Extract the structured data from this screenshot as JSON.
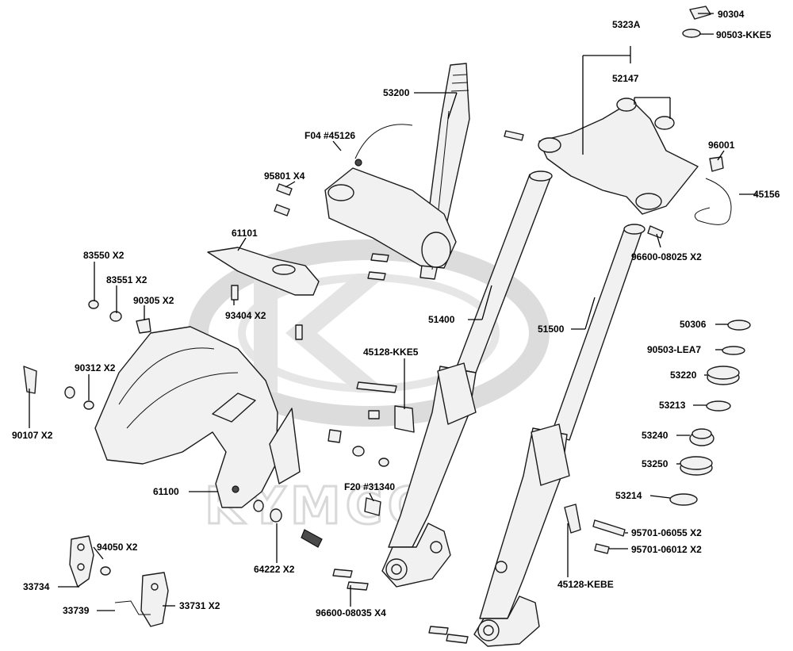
{
  "watermark": {
    "brand": "KYMCO"
  },
  "callouts": [
    {
      "id": "c-90304",
      "text": "90304"
    },
    {
      "id": "c-90503-kke5",
      "text": "90503-KKE5"
    },
    {
      "id": "c-5323a",
      "text": "5323A"
    },
    {
      "id": "c-52147",
      "text": "52147"
    },
    {
      "id": "c-53200",
      "text": "53200"
    },
    {
      "id": "c-f04",
      "text": "F04 #45126"
    },
    {
      "id": "c-96001",
      "text": "96001"
    },
    {
      "id": "c-45156",
      "text": "45156"
    },
    {
      "id": "c-95801",
      "text": "95801  X4"
    },
    {
      "id": "c-61101",
      "text": "61101"
    },
    {
      "id": "c-96600-08025",
      "text": "96600-08025 X2"
    },
    {
      "id": "c-83550",
      "text": "83550 X2"
    },
    {
      "id": "c-83551",
      "text": "83551 X2"
    },
    {
      "id": "c-90305",
      "text": "90305 X2"
    },
    {
      "id": "c-93404",
      "text": "93404  X2"
    },
    {
      "id": "c-51400",
      "text": "51400"
    },
    {
      "id": "c-51500",
      "text": "51500"
    },
    {
      "id": "c-50306",
      "text": "50306"
    },
    {
      "id": "c-90503-lea7",
      "text": "90503-LEA7"
    },
    {
      "id": "c-45128-kke5",
      "text": "45128-KKE5"
    },
    {
      "id": "c-53220",
      "text": "53220"
    },
    {
      "id": "c-90312",
      "text": "90312 X2"
    },
    {
      "id": "c-53213",
      "text": "53213"
    },
    {
      "id": "c-90107",
      "text": "90107  X2"
    },
    {
      "id": "c-53240",
      "text": "53240"
    },
    {
      "id": "c-53250",
      "text": "53250"
    },
    {
      "id": "c-61100",
      "text": "61100"
    },
    {
      "id": "c-f20",
      "text": "F20 #31340"
    },
    {
      "id": "c-53214",
      "text": "53214"
    },
    {
      "id": "c-95701-06055",
      "text": "95701-06055 X2"
    },
    {
      "id": "c-94050",
      "text": "94050  X2"
    },
    {
      "id": "c-95701-06012",
      "text": "95701-06012 X2"
    },
    {
      "id": "c-64222",
      "text": "64222 X2"
    },
    {
      "id": "c-45128-kebe",
      "text": "45128-KEBE"
    },
    {
      "id": "c-33734",
      "text": "33734"
    },
    {
      "id": "c-33739",
      "text": "33739"
    },
    {
      "id": "c-33731",
      "text": "33731 X2"
    },
    {
      "id": "c-96600-08035",
      "text": "96600-08035 X4"
    }
  ]
}
